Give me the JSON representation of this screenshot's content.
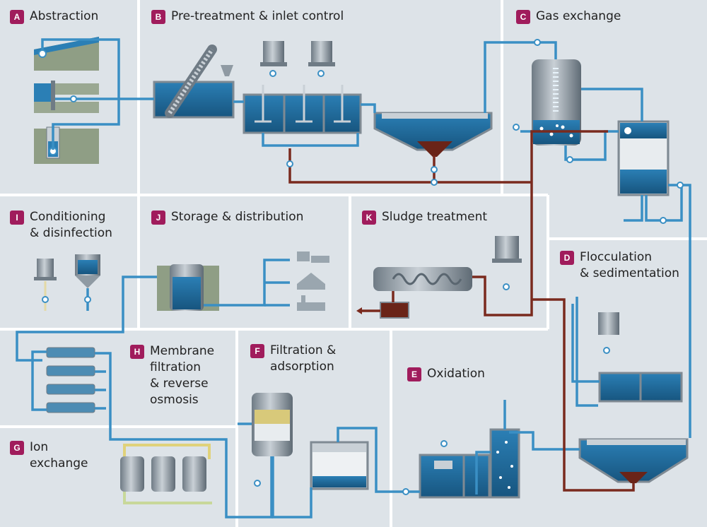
{
  "colors": {
    "background": "#dde3e8",
    "divider": "#ffffff",
    "water_pipe": "#3a8fc4",
    "sludge_pipe": "#7a2a1e",
    "tank_water": "#1f6fa3",
    "badge": "#a01c5c",
    "steel": "#8f9aa3",
    "ground": "#8f9e85"
  },
  "sections": [
    {
      "badge": "A",
      "lines": [
        "Abstraction"
      ]
    },
    {
      "badge": "B",
      "lines": [
        "Pre-treatment & inlet control"
      ]
    },
    {
      "badge": "C",
      "lines": [
        "Gas exchange"
      ]
    },
    {
      "badge": "I",
      "lines": [
        "Conditioning",
        "& disinfection"
      ]
    },
    {
      "badge": "J",
      "lines": [
        "Storage & distribution"
      ]
    },
    {
      "badge": "K",
      "lines": [
        "Sludge treatment"
      ]
    },
    {
      "badge": "D",
      "lines": [
        "Flocculation",
        "& sedimentation"
      ]
    },
    {
      "badge": "H",
      "lines": [
        "Membrane",
        "filtration",
        "& reverse",
        "osmosis"
      ]
    },
    {
      "badge": "F",
      "lines": [
        "Filtration &",
        "adsorption"
      ]
    },
    {
      "badge": "E",
      "lines": [
        "Oxidation"
      ]
    },
    {
      "badge": "G",
      "lines": [
        "Ion",
        "exchange"
      ]
    }
  ]
}
